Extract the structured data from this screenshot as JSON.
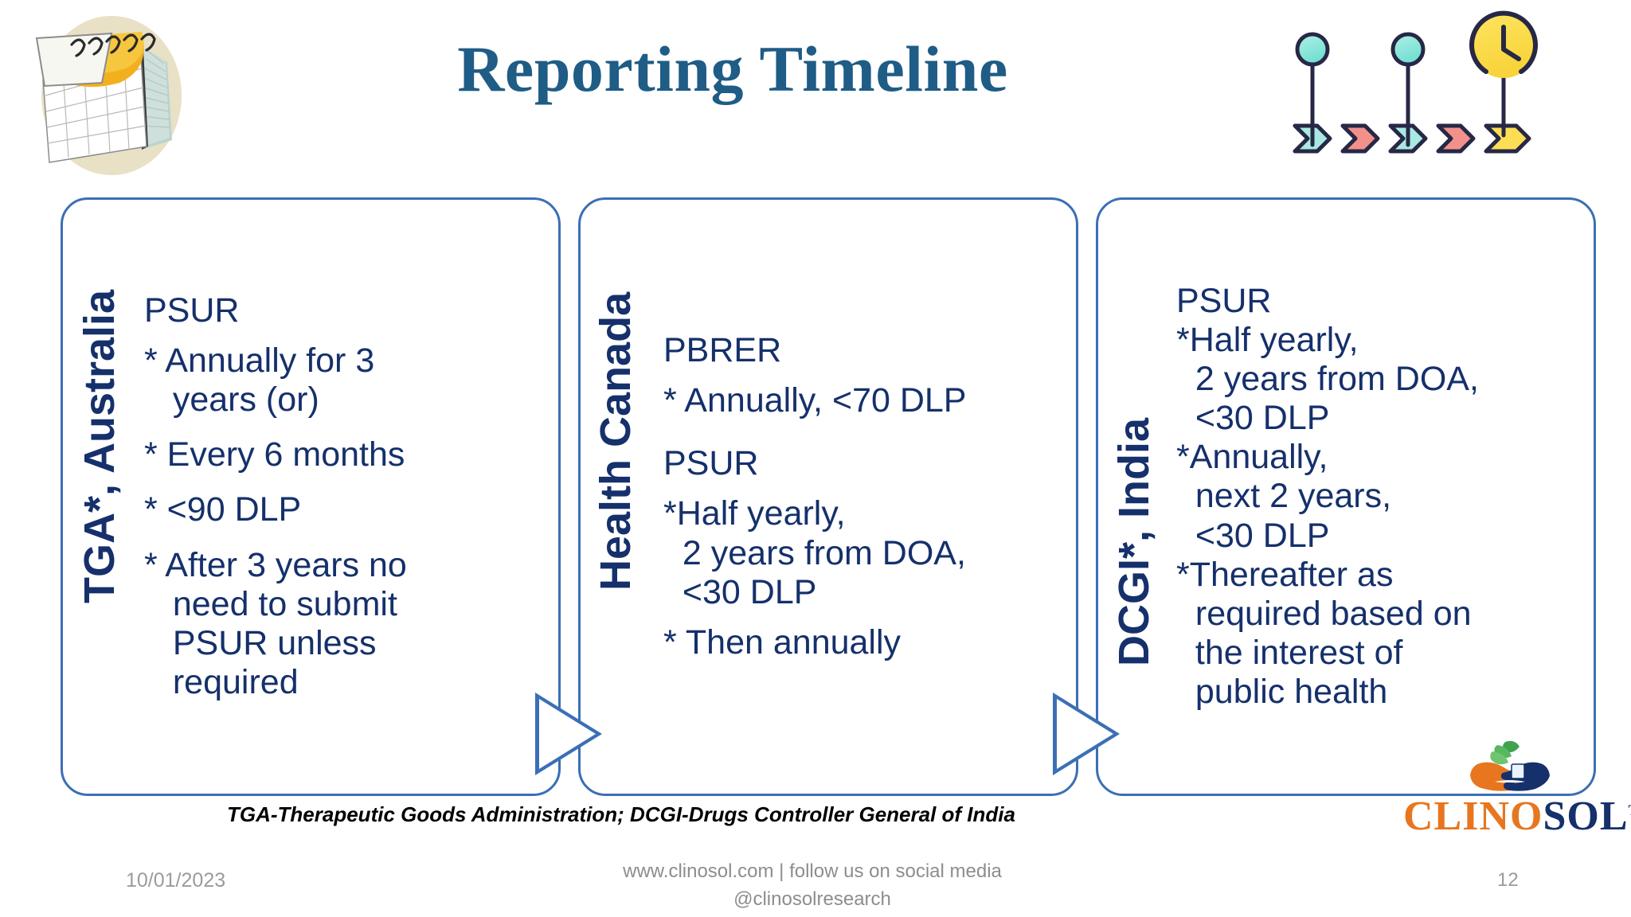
{
  "title": "Reporting Timeline",
  "art": {
    "calendar_icon": "calendar-notepad-icon",
    "timeline_icon": "timeline-milestones-icon",
    "clock_icon": "clock-icon"
  },
  "colors": {
    "title_blue": "#1F5C86",
    "text_navy": "#15306B",
    "box_border": "#3B6FB6",
    "chevron_teal": "#9FE6DF",
    "chevron_red": "#F28A84",
    "chevron_yellow": "#FBDE53",
    "clock_yellow": "#FBDE53",
    "pin_dark": "#222340",
    "logo_orange": "#E8761E",
    "logo_navy": "#16306B",
    "footer_gray": "#8d8d8d"
  },
  "panels": [
    {
      "label": "TGA*, Australia",
      "groups": [
        {
          "head": "PSUR",
          "lines": [
            "* Annually for 3",
            "   years (or)",
            "* Every 6 months",
            "* <90 DLP",
            "* After 3 years no",
            "   need to submit",
            "   PSUR unless",
            "   required"
          ]
        }
      ]
    },
    {
      "label": "Health Canada",
      "groups": [
        {
          "head": "PBRER",
          "lines": [
            "* Annually, <70 DLP"
          ]
        },
        {
          "head": "PSUR",
          "lines": [
            "*Half yearly,",
            "  2 years from DOA,",
            "  <30 DLP",
            "* Then annually"
          ]
        }
      ]
    },
    {
      "label": "DCGI*, India",
      "groups": [
        {
          "head": "PSUR",
          "lines": [
            "*Half yearly,",
            "  2 years from DOA,",
            "  <30 DLP",
            "*Annually,",
            "  next 2 years,",
            "  <30 DLP",
            "*Thereafter as",
            "  required based on",
            "  the interest of",
            "  public health"
          ]
        }
      ]
    }
  ],
  "connectors": [
    "arrow-right-1",
    "arrow-right-2"
  ],
  "footnote": "TGA-Therapeutic Goods Administration; DCGI-Drugs Controller General of India",
  "footer": {
    "date": "10/01/2023",
    "center_line1": "www.clinosol.com | follow us on social media",
    "center_line2": "@clinosolresearch",
    "page_number": "12"
  },
  "logo": {
    "word_part1": "CLINO",
    "word_part2": "SOL",
    "tm": "TM"
  }
}
